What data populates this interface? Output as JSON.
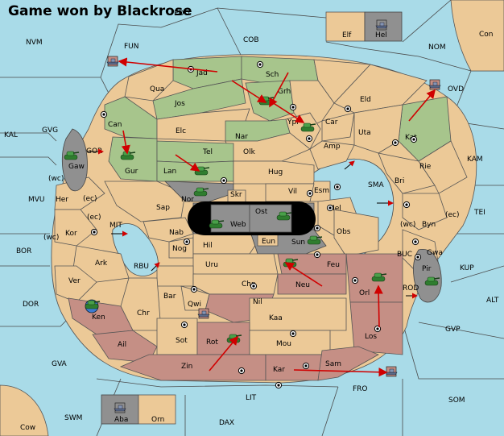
{
  "header": {
    "title": "Game won by Blackrose"
  },
  "colors": {
    "sea": "#a9dbe8",
    "neutral": "#ecc997",
    "green_power": "#a7c58c",
    "red_power": "#c58f85",
    "gray_power": "#909090",
    "order_arrow": "#d00000"
  },
  "regions": [
    {
      "name": "NVM"
    },
    {
      "name": "FUN"
    },
    {
      "name": "COB"
    },
    {
      "name": "EDO"
    },
    {
      "name": "NOM"
    },
    {
      "name": "Con"
    },
    {
      "name": "Elf"
    },
    {
      "name": "Hel"
    },
    {
      "name": "Jad"
    },
    {
      "name": "Sch"
    },
    {
      "name": "Qua"
    },
    {
      "name": "Grh"
    },
    {
      "name": "Jos"
    },
    {
      "name": "Eld"
    },
    {
      "name": "OVD"
    },
    {
      "name": "KAL"
    },
    {
      "name": "GVG"
    },
    {
      "name": "Can"
    },
    {
      "name": "Elc"
    },
    {
      "name": "Ypr"
    },
    {
      "name": "Car"
    },
    {
      "name": "Nar"
    },
    {
      "name": "Uta"
    },
    {
      "name": "Amp"
    },
    {
      "name": "Kat"
    },
    {
      "name": "GOR"
    },
    {
      "name": "Tel"
    },
    {
      "name": "Olk"
    },
    {
      "name": "KAM"
    },
    {
      "name": "Gaw"
    },
    {
      "name": "Gur"
    },
    {
      "name": "Lan"
    },
    {
      "name": "Hug"
    },
    {
      "name": "Rie"
    },
    {
      "name": "Bri"
    },
    {
      "name": "(wc)"
    },
    {
      "name": "MVU"
    },
    {
      "name": "Her"
    },
    {
      "name": "(ec)"
    },
    {
      "name": "Nor"
    },
    {
      "name": "Vil"
    },
    {
      "name": "Esm"
    },
    {
      "name": "SMA"
    },
    {
      "name": "Skr"
    },
    {
      "name": "Sap"
    },
    {
      "name": "Ost"
    },
    {
      "name": "Mel"
    },
    {
      "name": "TEI"
    },
    {
      "name": "MIT"
    },
    {
      "name": "Kor"
    },
    {
      "name": "Web"
    },
    {
      "name": "Byn"
    },
    {
      "name": "Nab"
    },
    {
      "name": "Obs"
    },
    {
      "name": "BOR"
    },
    {
      "name": "Eun"
    },
    {
      "name": "Sun"
    },
    {
      "name": "Gwa"
    },
    {
      "name": "Hil"
    },
    {
      "name": "Nog"
    },
    {
      "name": "BUC"
    },
    {
      "name": "KUP"
    },
    {
      "name": "Ark"
    },
    {
      "name": "RBU"
    },
    {
      "name": "Uru"
    },
    {
      "name": "Feu"
    },
    {
      "name": "Pir"
    },
    {
      "name": "Ver"
    },
    {
      "name": "Neu"
    },
    {
      "name": "Chp"
    },
    {
      "name": "Orl"
    },
    {
      "name": "ROD"
    },
    {
      "name": "Bar"
    },
    {
      "name": "DOR"
    },
    {
      "name": "Qwi"
    },
    {
      "name": "Nil"
    },
    {
      "name": "ALT"
    },
    {
      "name": "Chr"
    },
    {
      "name": "Ken"
    },
    {
      "name": "Kaa"
    },
    {
      "name": "GVP"
    },
    {
      "name": "Ail"
    },
    {
      "name": "Sot"
    },
    {
      "name": "Rot"
    },
    {
      "name": "Los"
    },
    {
      "name": "Mou"
    },
    {
      "name": "GVA"
    },
    {
      "name": "Zin"
    },
    {
      "name": "Kar"
    },
    {
      "name": "Sam"
    },
    {
      "name": "FRO"
    },
    {
      "name": "LIT"
    },
    {
      "name": "SOM"
    },
    {
      "name": "SWM"
    },
    {
      "name": "Aba"
    },
    {
      "name": "Orn"
    },
    {
      "name": "DAX"
    },
    {
      "name": "Cow"
    }
  ],
  "units": [
    {
      "type": "fleet",
      "region": "FUN"
    },
    {
      "type": "fleet",
      "region": "Hel"
    },
    {
      "type": "fleet",
      "region": "OVD"
    },
    {
      "type": "army",
      "region": "Grh"
    },
    {
      "type": "army",
      "region": "Ypr"
    },
    {
      "type": "army",
      "region": "Gaw"
    },
    {
      "type": "army",
      "region": "Gur"
    },
    {
      "type": "army",
      "region": "Lan"
    },
    {
      "type": "army",
      "region": "Nor"
    },
    {
      "type": "army",
      "region": "Ost"
    },
    {
      "type": "army",
      "region": "Web"
    },
    {
      "type": "army",
      "region": "Sun"
    },
    {
      "type": "army",
      "region": "Feu"
    },
    {
      "type": "army",
      "region": "Orl"
    },
    {
      "type": "army",
      "region": "Pir"
    },
    {
      "type": "fleet",
      "region": "Qwi"
    },
    {
      "type": "army",
      "region": "Rot"
    },
    {
      "type": "fleet",
      "region": "FRO"
    },
    {
      "type": "fleet",
      "region": "Aba"
    },
    {
      "type": "army",
      "region": "Ken"
    }
  ]
}
